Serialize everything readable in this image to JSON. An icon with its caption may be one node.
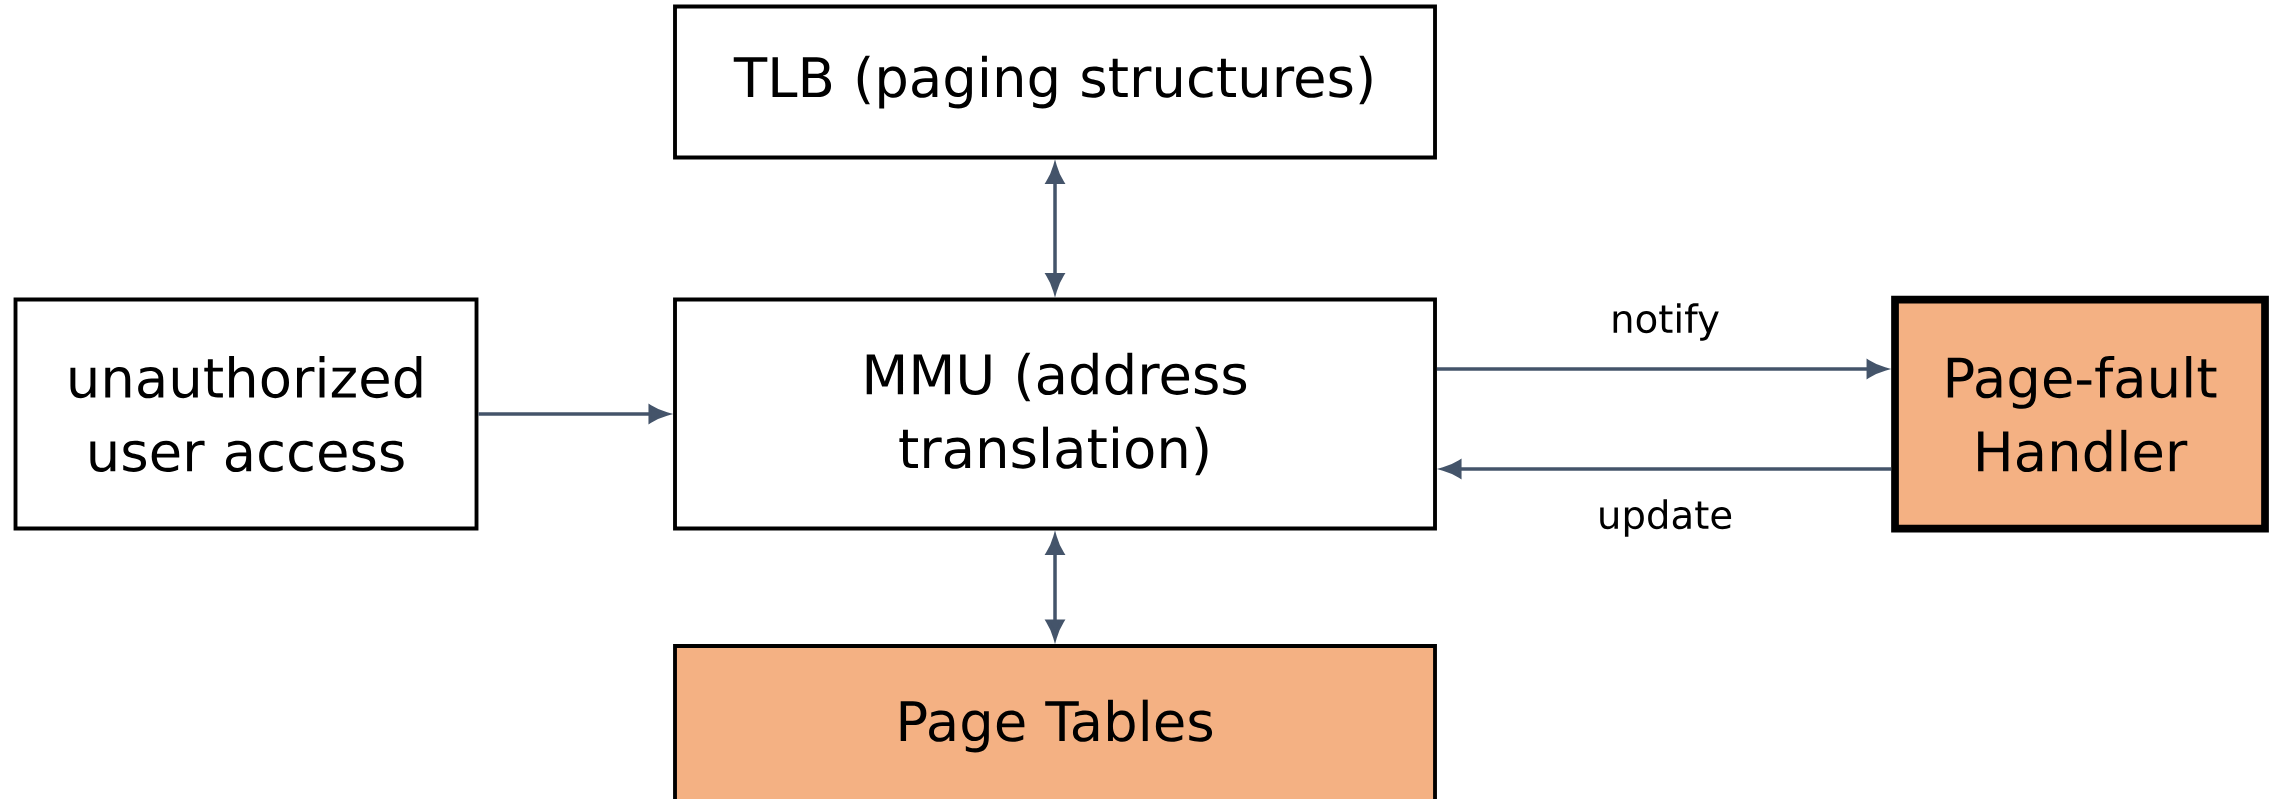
{
  "diagram": {
    "nodes": [
      {
        "text": [
          "TLB (paging structures)"
        ]
      },
      {
        "text": [
          "unauthorized user access"
        ]
      },
      {
        "text": [
          "MMU (address translation)"
        ]
      },
      {
        "text": [
          "Page-fault Handler"
        ]
      },
      {
        "text": [
          "Page Tables"
        ]
      }
    ],
    "edges": [
      {
        "from": 2,
        "to": 0,
        "arrow": "both"
      },
      {
        "from": 1,
        "to": 2,
        "arrow": "to"
      },
      {
        "from": 2,
        "to": 3,
        "arrow": "to",
        "label": "notify"
      },
      {
        "from": 3,
        "to": 2,
        "arrow": "to",
        "label": "update"
      },
      {
        "from": 2,
        "to": 4,
        "arrow": "both"
      }
    ]
  }
}
